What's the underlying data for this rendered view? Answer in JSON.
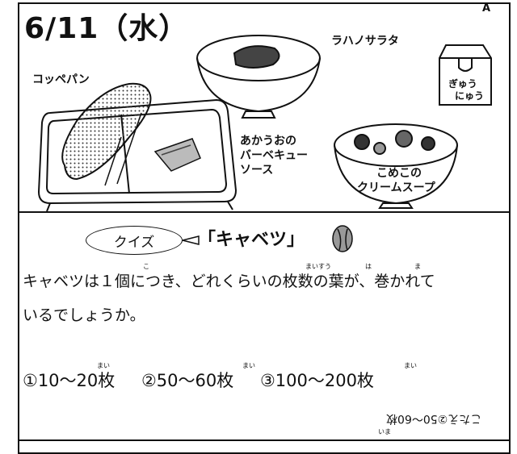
{
  "header": {
    "date": "6/11（水）",
    "corner_mark": "A"
  },
  "menu": {
    "bread": "コッペパン",
    "salad": "ラハノサラタ",
    "milk_line1": "ぎゅう",
    "milk_line2": "にゅう",
    "fish_line1": "あかうおの",
    "fish_line2": "バーベキュー",
    "fish_line3": "ソース",
    "soup_line1": "こめこの",
    "soup_line2": "クリームスープ"
  },
  "quiz": {
    "badge": "クイズ",
    "title": "「キャベツ」",
    "question_line1": "キャベツは１個につき、どれくらいの枚数の葉が、巻かれて",
    "question_line2": "いるでしょうか。",
    "ruby": {
      "ko": "こ",
      "maisuu": "まいすう",
      "ha": "は",
      "ma": "ま",
      "mai": "まい"
    },
    "choices": [
      "①10〜20枚",
      "②50〜60枚",
      "③100〜200枚"
    ],
    "answer": "こたえ②50〜60枚",
    "answer_ruby": "いま"
  }
}
